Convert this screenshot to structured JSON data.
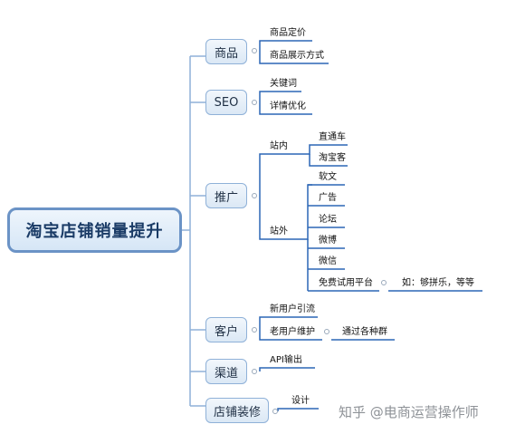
{
  "root": "淘宝店铺销量提升",
  "branches": {
    "product": "商品",
    "seo": "SEO",
    "promo": "推广",
    "customer": "客户",
    "channel": "渠道",
    "decor": "店铺装修"
  },
  "leaves": {
    "product_pricing": "商品定价",
    "product_display": "商品展示方式",
    "seo_keywords": "关键词",
    "seo_detail": "详情优化",
    "promo_onsite": "站内",
    "promo_onsite_through": "直通车",
    "promo_onsite_taoke": "淘宝客",
    "promo_offsite": "站外",
    "promo_offsite_softtext": "软文",
    "promo_offsite_ads": "广告",
    "promo_offsite_forum": "论坛",
    "promo_offsite_weibo": "微博",
    "promo_offsite_wechat": "微信",
    "promo_offsite_trial": "免费试用平台",
    "promo_offsite_trial_example": "如：够拼乐，等等",
    "customer_new": "新用户引流",
    "customer_old": "老用户维护",
    "customer_old_via": "通过各种群",
    "channel_api": "API输出",
    "decor_design": "设计"
  },
  "watermark": "知乎 @电商运营操作师",
  "colors": {
    "connector": "#8fb1d8",
    "underline": "#2b66b5",
    "root_border": "#6b93c6"
  }
}
